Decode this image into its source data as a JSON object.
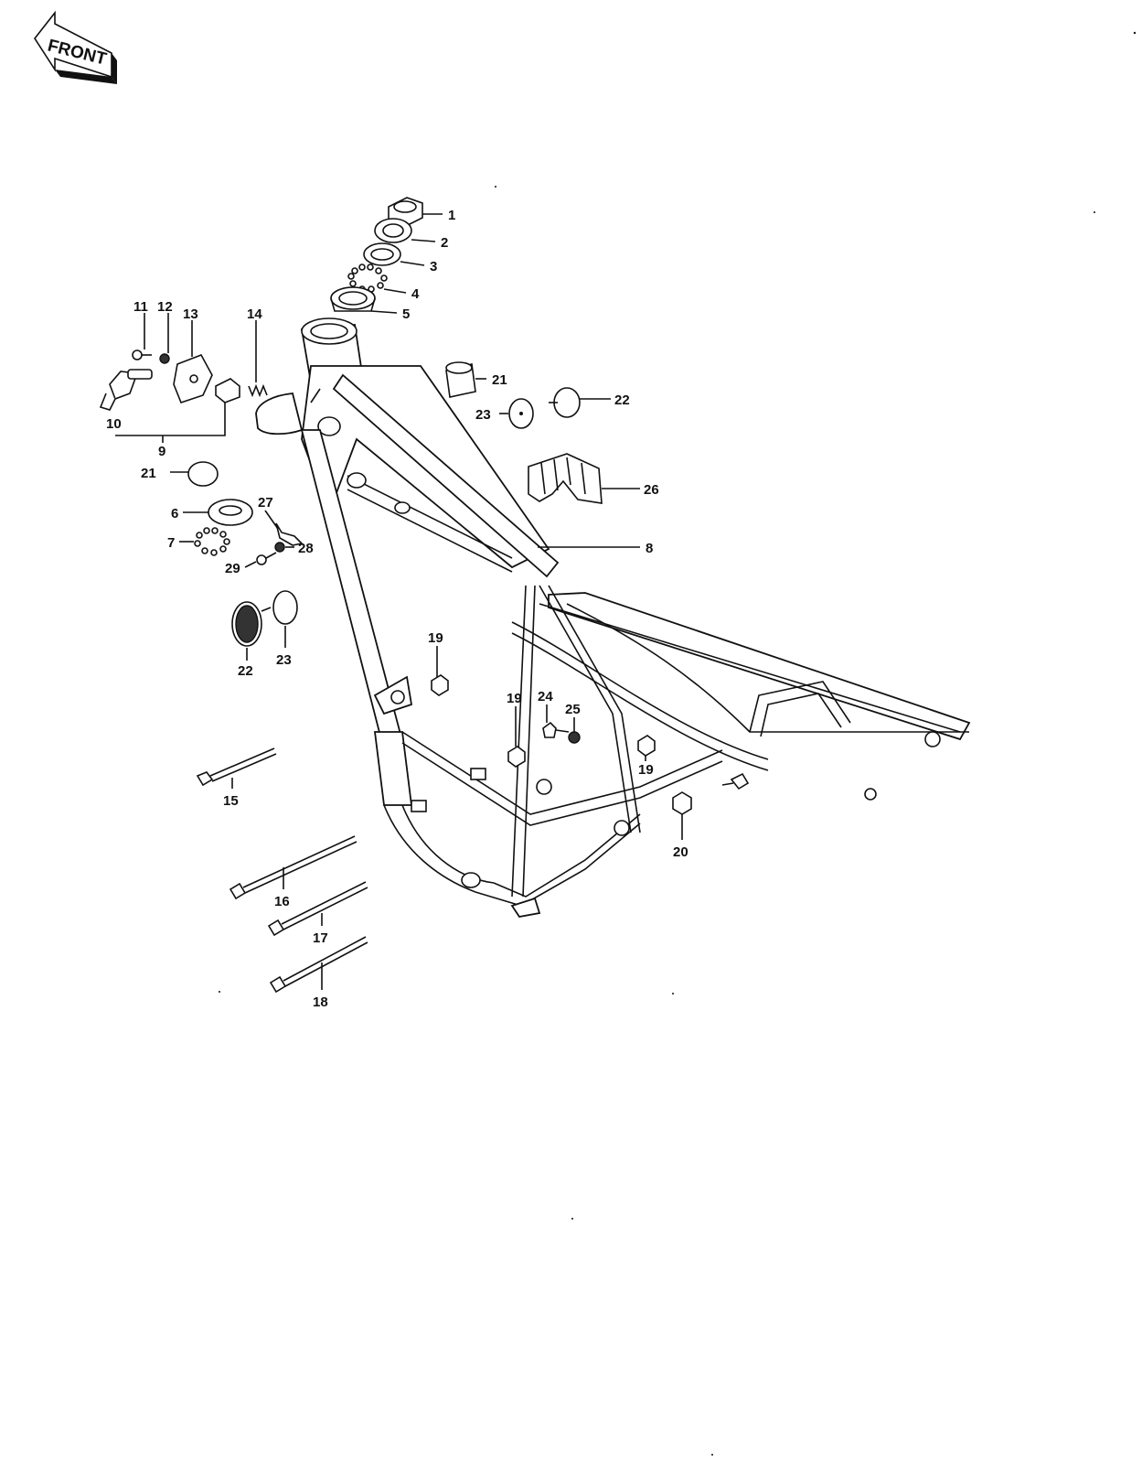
{
  "orientation": {
    "text": "FRONT",
    "icon": "front-arrow-icon"
  },
  "callouts": [
    {
      "id": "c1",
      "text": "1"
    },
    {
      "id": "c2",
      "text": "2"
    },
    {
      "id": "c3",
      "text": "3"
    },
    {
      "id": "c4",
      "text": "4"
    },
    {
      "id": "c5",
      "text": "5"
    },
    {
      "id": "c6",
      "text": "6"
    },
    {
      "id": "c7",
      "text": "7"
    },
    {
      "id": "c8",
      "text": "8"
    },
    {
      "id": "c9",
      "text": "9"
    },
    {
      "id": "c10",
      "text": "10"
    },
    {
      "id": "c11",
      "text": "11"
    },
    {
      "id": "c12",
      "text": "12"
    },
    {
      "id": "c13",
      "text": "13"
    },
    {
      "id": "c14",
      "text": "14"
    },
    {
      "id": "c15",
      "text": "15"
    },
    {
      "id": "c16",
      "text": "16"
    },
    {
      "id": "c17",
      "text": "17"
    },
    {
      "id": "c18",
      "text": "18"
    },
    {
      "id": "c19a",
      "text": "19"
    },
    {
      "id": "c19b",
      "text": "19"
    },
    {
      "id": "c19c",
      "text": "19"
    },
    {
      "id": "c20",
      "text": "20"
    },
    {
      "id": "c21a",
      "text": "21"
    },
    {
      "id": "c21b",
      "text": "21"
    },
    {
      "id": "c22a",
      "text": "22"
    },
    {
      "id": "c22b",
      "text": "22"
    },
    {
      "id": "c23a",
      "text": "23"
    },
    {
      "id": "c23b",
      "text": "23"
    },
    {
      "id": "c24",
      "text": "24"
    },
    {
      "id": "c25",
      "text": "25"
    },
    {
      "id": "c26",
      "text": "26"
    },
    {
      "id": "c27",
      "text": "27"
    },
    {
      "id": "c28",
      "text": "28"
    },
    {
      "id": "c29",
      "text": "29"
    }
  ]
}
